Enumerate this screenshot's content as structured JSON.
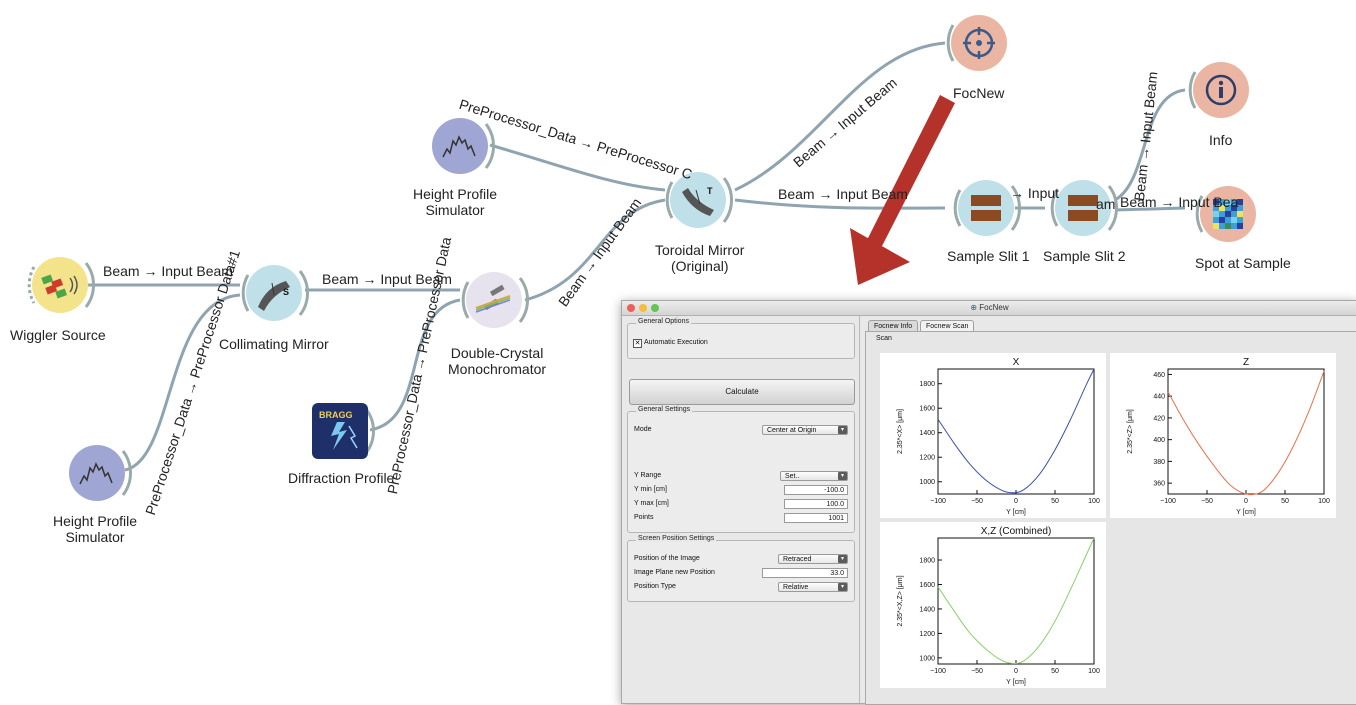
{
  "workflow": {
    "nodes": {
      "wiggler_source": "Wiggler Source",
      "collimating_mirror": "Collimating Mirror",
      "height_profile_top_l1": "Height Profile",
      "height_profile_top_l2": "Simulator",
      "height_profile_bottom_l1": "Height Profile",
      "height_profile_bottom_l2": "Simulator",
      "double_crystal_l1": "Double-Crystal",
      "double_crystal_l2": "Monochromator",
      "diffraction_profile": "Diffraction Profile",
      "diffraction_icon_text": "BRAGG",
      "toroidal_l1": "Toroidal Mirror",
      "toroidal_l2": "(Original)",
      "focnew": "FocNew",
      "sample_slit_1": "Sample Slit 1",
      "sample_slit_2": "Sample Slit 2",
      "info": "Info",
      "spot_at_sample": "Spot at Sample",
      "collimating_badge": "S",
      "toroidal_badge": "T"
    },
    "edges": {
      "wiggler_to_collimating": "Beam → Input Beam",
      "hp_to_collimating": "PreProcessor_Data → PreProcessor Data#1",
      "collimating_to_dcm": "Beam → Input Beam",
      "diff_to_dcm": "PreProcessor_Data → PreProcessor Data",
      "dcm_to_toroidal": "Beam → Input Beam",
      "hp_to_toroidal": "PreProcessor_Data → PreProcessor C",
      "toroidal_to_focnew": "Beam → Input Beam",
      "toroidal_to_slit1": "Beam → Input Beam",
      "slit1_to_slit2": "→ Input",
      "slit2_to_info": "Beam → Input Beam",
      "slit2_to_spot": "Beam → Input Bea",
      "slit2_fragment": "am"
    }
  },
  "window": {
    "title": "FocNew",
    "left": {
      "general_options_title": "General Options",
      "automatic_execution": "Automatic Execution",
      "automatic_execution_checked": true,
      "calculate": "Calculate",
      "general_settings_title": "General Settings",
      "mode_label": "Mode",
      "mode_value": "Center at Origin",
      "y_range_label": "Y Range",
      "y_range_value": "Set..",
      "y_min_label": "Y min [cm]",
      "y_min_value": "-100.0",
      "y_max_label": "Y max [cm]",
      "y_max_value": "100.0",
      "points_label": "Points",
      "points_value": "1001",
      "screen_title": "Screen Position Settings",
      "position_label": "Position of the Image",
      "position_value": "Retraced",
      "plane_label": "Image Plane new Position",
      "plane_value": "33.0",
      "position_type_label": "Position Type",
      "position_type_value": "Relative"
    },
    "tabs": [
      "Focnew Info",
      "Focnew Scan"
    ],
    "active_tab": "Focnew Scan",
    "scan_group_title": "Scan"
  },
  "chart_data": [
    {
      "type": "line",
      "title": "X",
      "xlabel": "Y [cm]",
      "ylabel": "2.35*<X> [μm]",
      "xlim": [
        -100,
        100
      ],
      "ylim": [
        900,
        1920
      ],
      "xticks": [
        -100,
        -50,
        0,
        50,
        100
      ],
      "yticks": [
        1000,
        1200,
        1400,
        1600,
        1800
      ],
      "color": "#3c4fb0",
      "x": [
        -100,
        -80,
        -60,
        -40,
        -20,
        -5,
        10,
        30,
        50,
        70,
        90,
        100
      ],
      "y": [
        1510,
        1320,
        1150,
        1020,
        935,
        910,
        935,
        1060,
        1260,
        1510,
        1790,
        1920
      ]
    },
    {
      "type": "line",
      "title": "Z",
      "xlabel": "Y [cm]",
      "ylabel": "2.35*<Z> [μm]",
      "xlim": [
        -100,
        100
      ],
      "ylim": [
        350,
        465
      ],
      "xticks": [
        -100,
        -50,
        0,
        50,
        100
      ],
      "yticks": [
        360,
        380,
        400,
        420,
        440,
        460
      ],
      "color": "#e8704c",
      "x": [
        -100,
        -80,
        -60,
        -40,
        -20,
        0,
        20,
        40,
        60,
        80,
        100
      ],
      "y": [
        444,
        418,
        395,
        375,
        358,
        350,
        352,
        368,
        393,
        425,
        463
      ]
    },
    {
      "type": "line",
      "title": "X,Z (Combined)",
      "xlabel": "Y [cm]",
      "ylabel": "2.35*<X,Z> [μm]",
      "xlim": [
        -100,
        100
      ],
      "ylim": [
        950,
        1980
      ],
      "xticks": [
        -100,
        -50,
        0,
        50,
        100
      ],
      "yticks": [
        1000,
        1200,
        1400,
        1600,
        1800
      ],
      "color": "#8ccf6a",
      "x": [
        -100,
        -80,
        -60,
        -40,
        -20,
        -5,
        10,
        30,
        50,
        70,
        90,
        100
      ],
      "y": [
        1580,
        1390,
        1210,
        1080,
        985,
        955,
        975,
        1100,
        1300,
        1560,
        1840,
        1980
      ]
    }
  ]
}
